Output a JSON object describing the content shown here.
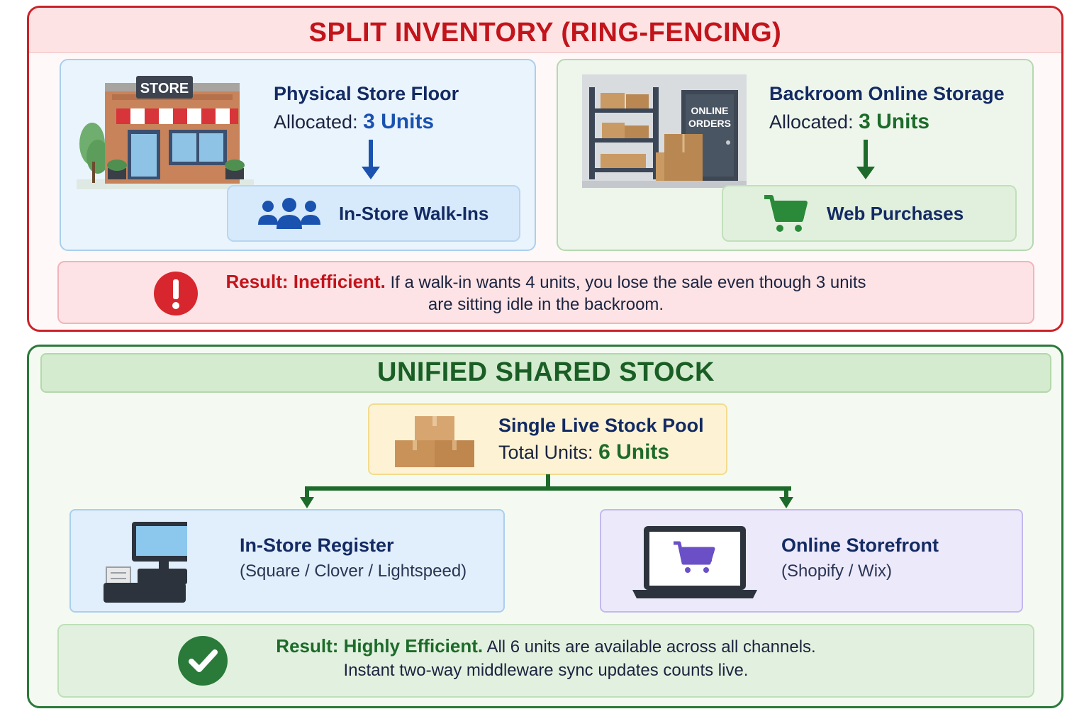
{
  "split": {
    "title": "SPLIT INVENTORY (RING-FENCING)",
    "store": {
      "sign": "STORE",
      "title": "Physical Store Floor",
      "allocated_label": "Allocated:",
      "allocated_value": "3 Units",
      "channel": "In-Store Walk-Ins"
    },
    "backroom": {
      "door_sign_line1": "ONLINE",
      "door_sign_line2": "ORDERS",
      "title": "Backroom Online Storage",
      "allocated_label": "Allocated:",
      "allocated_value": "3 Units",
      "channel": "Web Purchases"
    },
    "result": {
      "strong": "Result: Inefficient.",
      "line1": "If a walk-in wants 4 units, you lose the sale even though 3 units",
      "line2": "are sitting idle in the backroom."
    }
  },
  "unified": {
    "title": "UNIFIED SHARED STOCK",
    "pool": {
      "title": "Single Live Stock Pool",
      "total_label": "Total Units:",
      "total_value": "6 Units"
    },
    "register": {
      "title": "In-Store Register",
      "systems": "(Square / Clover / Lightspeed)"
    },
    "storefront": {
      "title": "Online Storefront",
      "systems": "(Shopify / Wix)"
    },
    "result": {
      "strong": "Result: Highly Efficient.",
      "line1": "All 6 units are available across all channels.",
      "line2": "Instant two-way middleware sync updates counts live."
    }
  },
  "colors": {
    "split_accent": "#cc2229",
    "unified_accent": "#2a7a3a",
    "store_blue": "#1a52b0",
    "backroom_green": "#1d6b2a",
    "online_purple": "#6b4fc7"
  },
  "icons": {
    "store": "storefront-icon",
    "warehouse": "warehouse-shelves-icon",
    "people": "people-group-icon",
    "cart": "shopping-cart-icon",
    "alert": "exclamation-circle-icon",
    "boxes": "stacked-boxes-icon",
    "register": "pos-register-icon",
    "laptop": "laptop-cart-icon",
    "check": "check-circle-icon"
  }
}
